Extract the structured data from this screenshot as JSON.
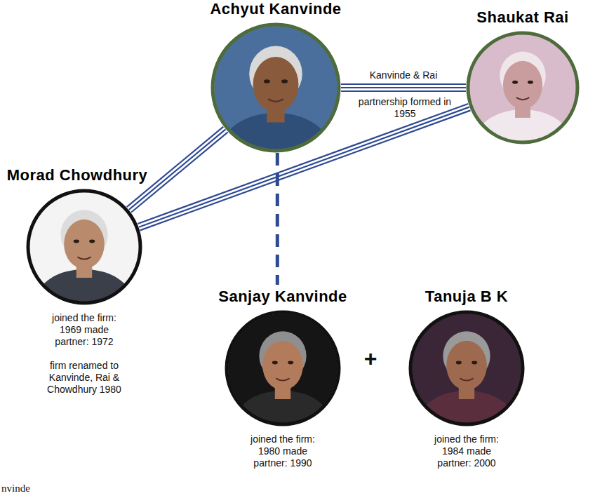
{
  "diagram": {
    "nodes": [
      {
        "text": [
          "Achyut Kanvinde"
        ]
      },
      {
        "text": [
          "Shaukat Rai"
        ]
      },
      {
        "text": [
          "Morad Chowdhury",
          "joined the firm: 1969 made partner: 1972",
          "firm renamed to Kanvinde, Rai & Chowdhury 1980"
        ]
      },
      {
        "text": [
          "Sanjay Kanvinde",
          "joined the firm: 1980 made partner: 1990"
        ]
      },
      {
        "text": [
          "Tanuja B K",
          "joined the firm: 1984 made partner: 2000"
        ]
      }
    ],
    "edges": [
      {
        "from": 0,
        "to": 1,
        "arrow": "none",
        "label": "Kanvinde & Rai"
      },
      {
        "from": 0,
        "to": 2,
        "arrow": "none"
      },
      {
        "from": 1,
        "to": 2,
        "arrow": "none"
      },
      {
        "from": 0,
        "to": 3,
        "arrow": "none"
      }
    ],
    "labels": [
      "partnership formed in 1955",
      "+",
      "nvinde"
    ]
  }
}
